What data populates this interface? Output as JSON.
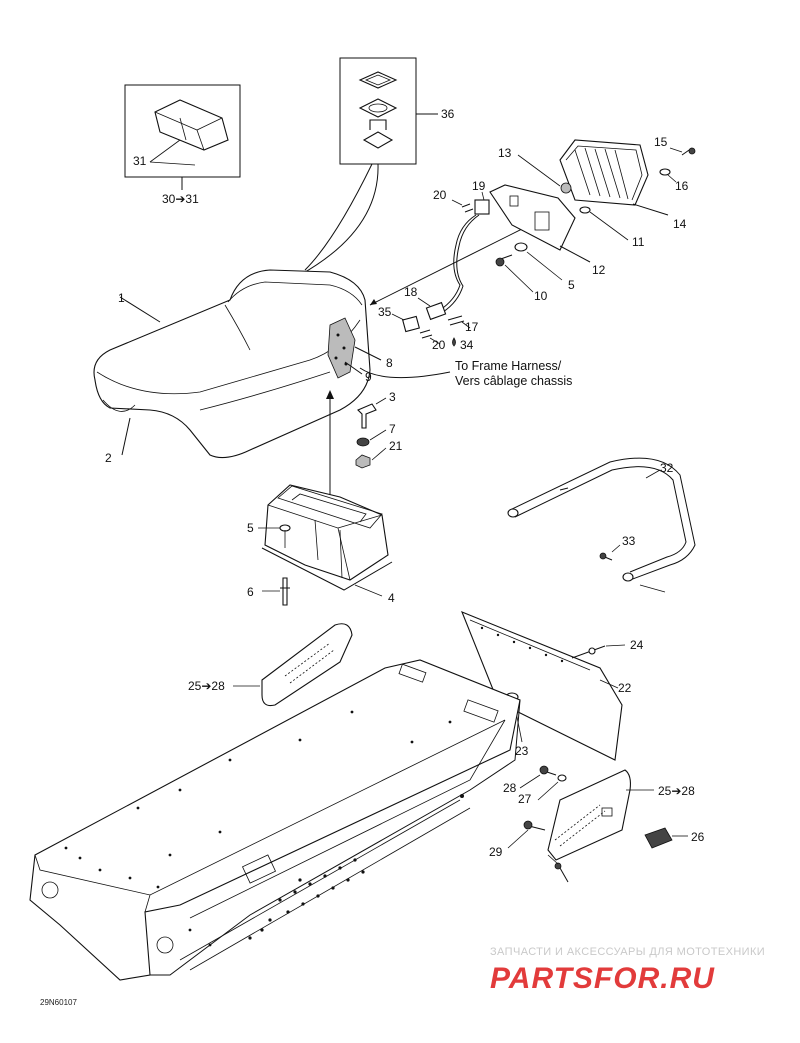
{
  "diagram": {
    "reference_code": "29N60107",
    "labels": [
      {
        "id": "1",
        "text": "1"
      },
      {
        "id": "2",
        "text": "2"
      },
      {
        "id": "3",
        "text": "3"
      },
      {
        "id": "4",
        "text": "4"
      },
      {
        "id": "5a",
        "text": "5"
      },
      {
        "id": "5b",
        "text": "5"
      },
      {
        "id": "6",
        "text": "6"
      },
      {
        "id": "7",
        "text": "7"
      },
      {
        "id": "8",
        "text": "8"
      },
      {
        "id": "9",
        "text": "9"
      },
      {
        "id": "10",
        "text": "10"
      },
      {
        "id": "11",
        "text": "11"
      },
      {
        "id": "12",
        "text": "12"
      },
      {
        "id": "13",
        "text": "13"
      },
      {
        "id": "14",
        "text": "14"
      },
      {
        "id": "15",
        "text": "15"
      },
      {
        "id": "16",
        "text": "16"
      },
      {
        "id": "17",
        "text": "17"
      },
      {
        "id": "18",
        "text": "18"
      },
      {
        "id": "19",
        "text": "19"
      },
      {
        "id": "20a",
        "text": "20"
      },
      {
        "id": "20b",
        "text": "20"
      },
      {
        "id": "21",
        "text": "21"
      },
      {
        "id": "22",
        "text": "22"
      },
      {
        "id": "23",
        "text": "23"
      },
      {
        "id": "24",
        "text": "24"
      },
      {
        "id": "25a",
        "text": "25➔28"
      },
      {
        "id": "25b",
        "text": "25➔28"
      },
      {
        "id": "26",
        "text": "26"
      },
      {
        "id": "27",
        "text": "27"
      },
      {
        "id": "28",
        "text": "28"
      },
      {
        "id": "29",
        "text": "29"
      },
      {
        "id": "30",
        "text": "30➔31"
      },
      {
        "id": "31",
        "text": "31"
      },
      {
        "id": "32",
        "text": "32"
      },
      {
        "id": "33",
        "text": "33"
      },
      {
        "id": "34",
        "text": "34"
      },
      {
        "id": "35",
        "text": "35"
      },
      {
        "id": "36",
        "text": "36"
      }
    ],
    "harness_note_en": "To Frame Harness/",
    "harness_note_fr": "Vers câblage chassis"
  },
  "watermark": {
    "tagline": "ЗАПЧАСТИ И АКСЕССУАРЫ ДЛЯ МОТОТЕХНИКИ",
    "logo_text": "PARTSFOR.RU",
    "logo_color": "#e23b3b"
  }
}
